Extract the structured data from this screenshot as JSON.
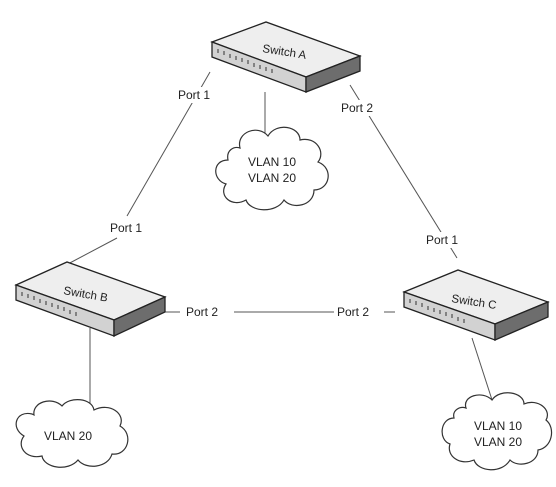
{
  "switches": {
    "a": {
      "label": "Switch A"
    },
    "b": {
      "label": "Switch B"
    },
    "c": {
      "label": "Switch C"
    }
  },
  "ports": {
    "a_to_b": "Port 1",
    "a_to_c": "Port 2",
    "b_to_a": "Port 1",
    "b_to_c": "Port 2",
    "c_to_a": "Port 1",
    "c_to_b": "Port 2"
  },
  "clouds": {
    "a": {
      "lines": [
        "VLAN 10",
        "VLAN 20"
      ]
    },
    "b": {
      "lines": [
        "VLAN 20"
      ]
    },
    "c": {
      "lines": [
        "VLAN 10",
        "VLAN 20"
      ]
    }
  }
}
